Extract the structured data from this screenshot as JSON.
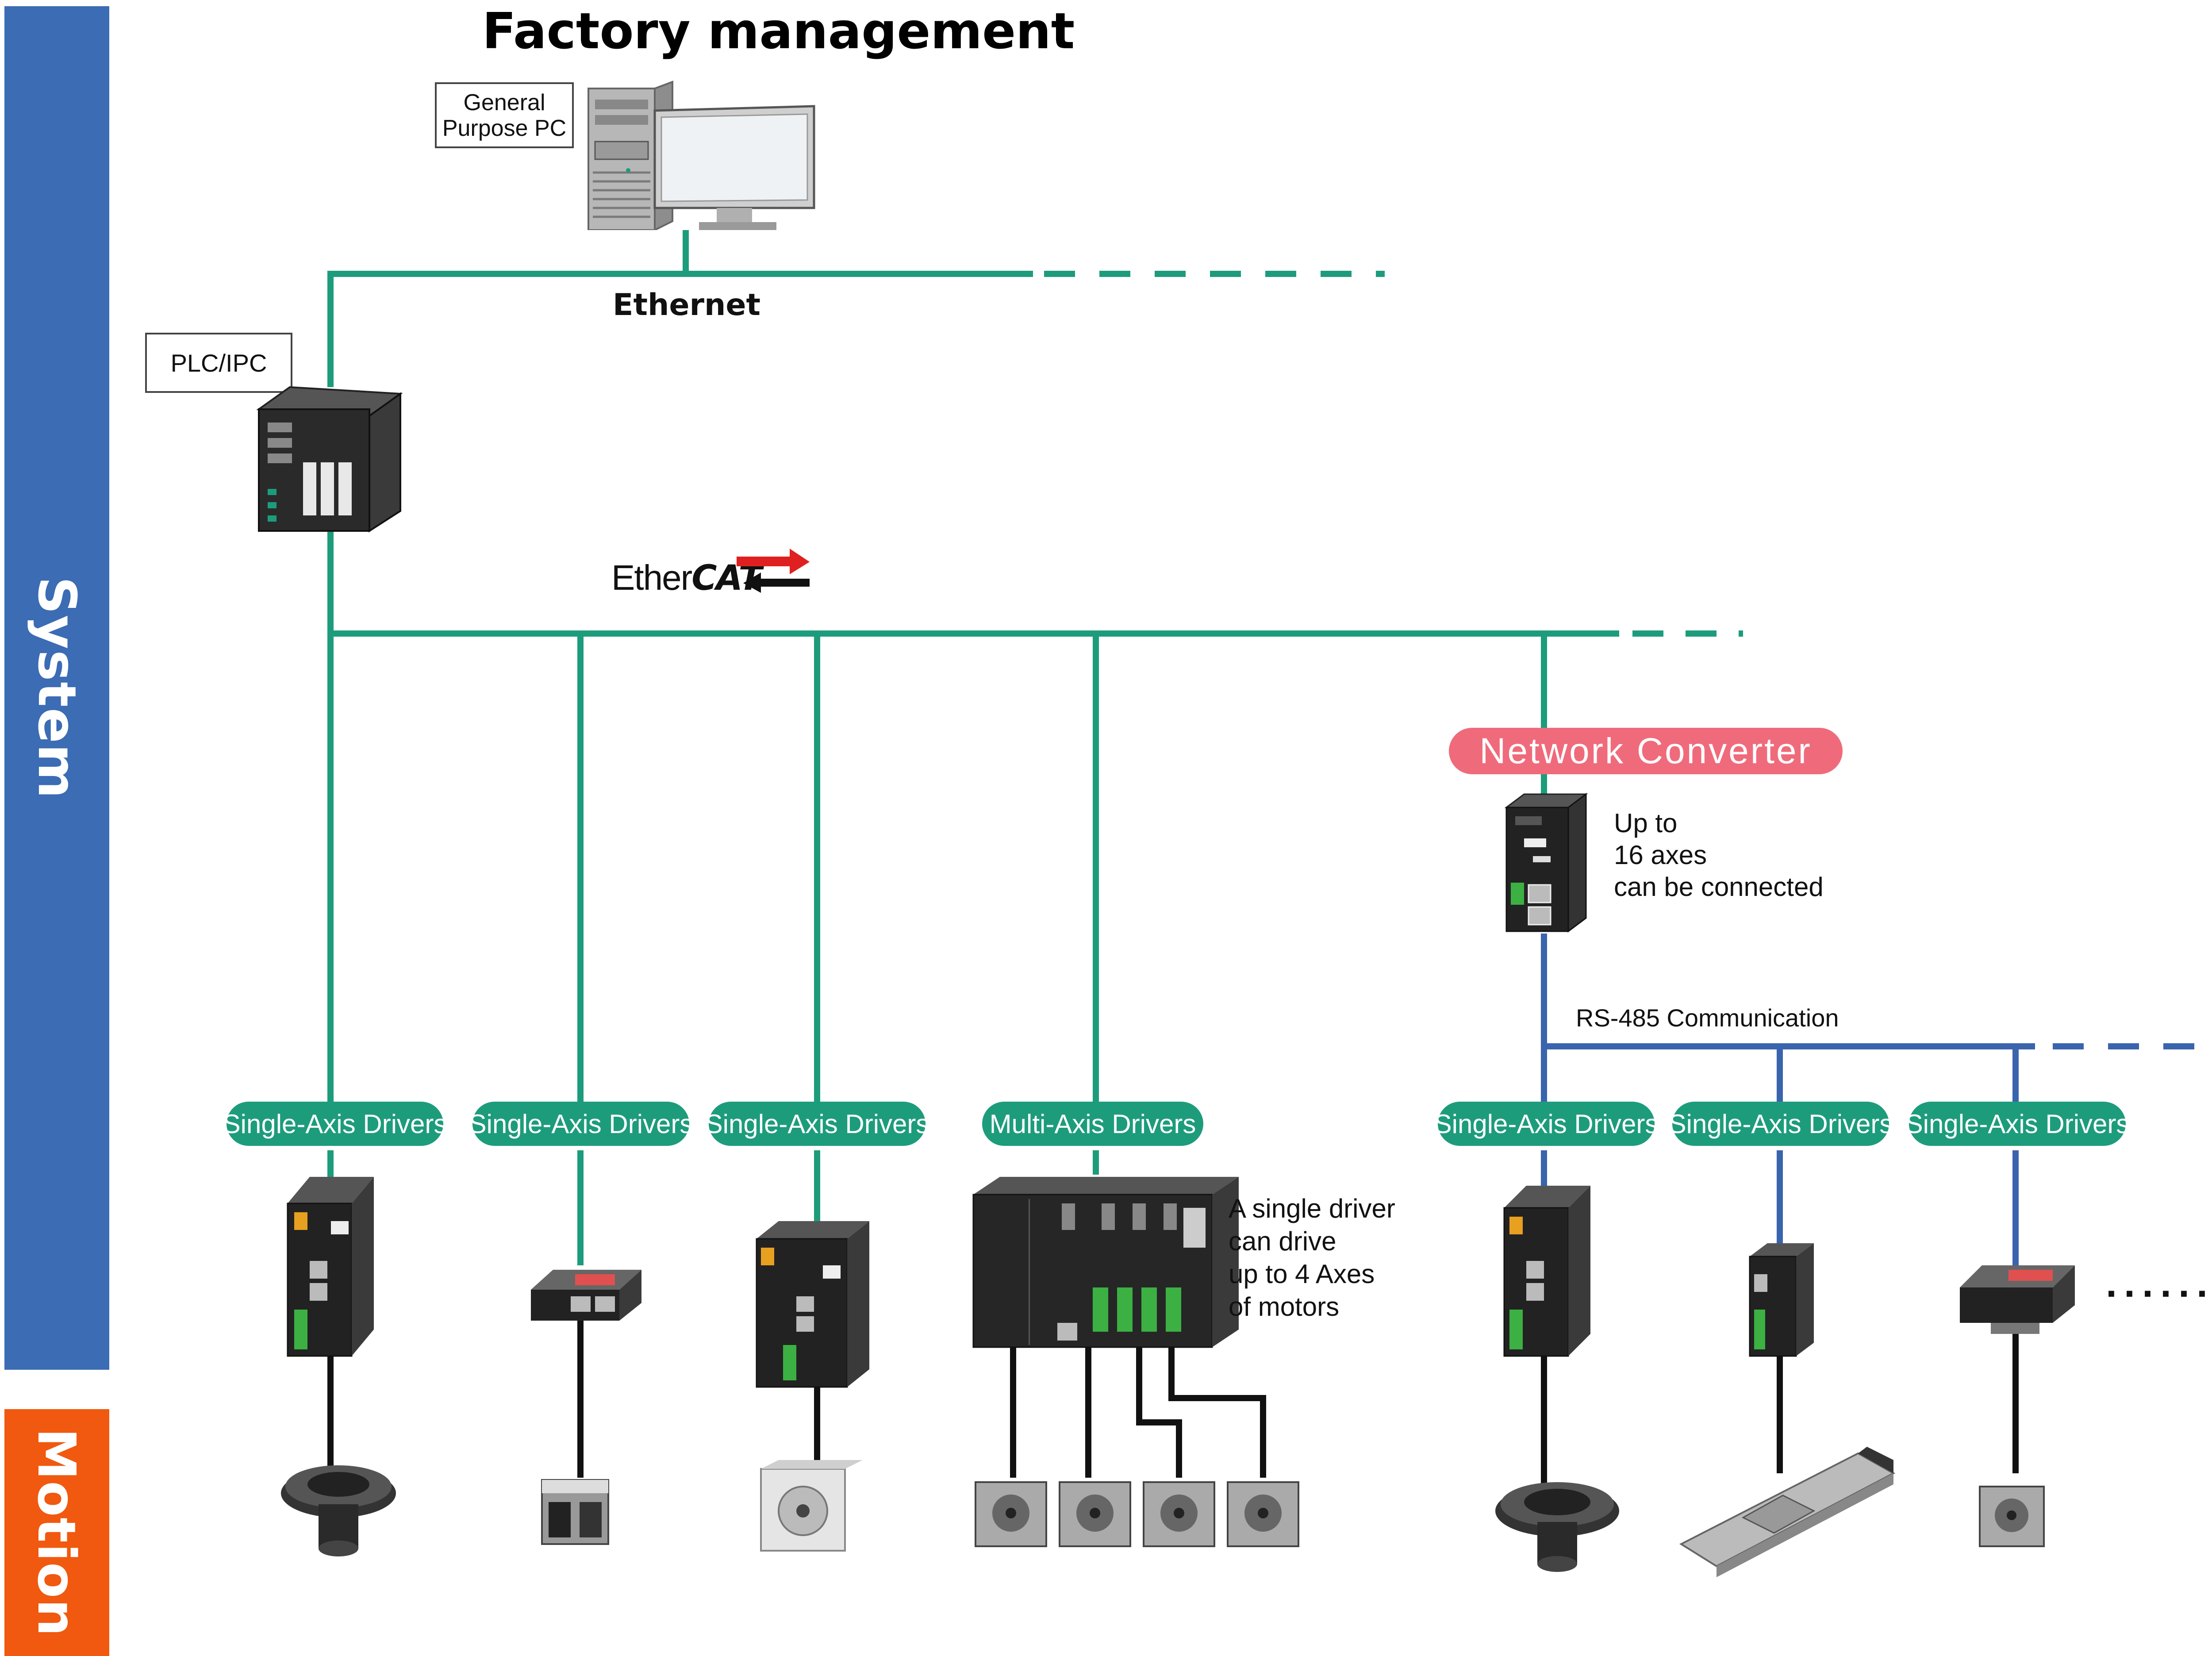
{
  "sidebar": {
    "system_label": "System",
    "motion_label": "Motion",
    "system_color": "#3b6cb4",
    "motion_color": "#f0590f"
  },
  "header": {
    "title": "Factory management"
  },
  "devices": {
    "pc_label": "General Purpose PC",
    "pc_label_line1": "General",
    "pc_label_line2": "Purpose PC",
    "plc_label": "PLC/IPC"
  },
  "networks": {
    "ethernet_label": "Ethernet",
    "ethercat_prefix": "Ether",
    "ethercat_suffix": "CAT",
    "rs485_label": "RS-485 Communication",
    "ethernet_color": "#1d9c7c",
    "rs485_color": "#3a64ad"
  },
  "converter": {
    "label": "Network Converter",
    "note": "Up to\n16 axes\ncan be connected"
  },
  "drivers": [
    {
      "label": "Single-Axis Drivers",
      "motor": "rotary-actuator"
    },
    {
      "label": "Single-Axis Drivers",
      "motor": "compact-stepper"
    },
    {
      "label": "Single-Axis Drivers",
      "motor": "servo-motor"
    },
    {
      "label": "Multi-Axis Drivers",
      "motor": "stepper-motor-x4"
    },
    {
      "label": "Single-Axis Drivers",
      "motor": "rotary-actuator"
    },
    {
      "label": "Single-Axis Drivers",
      "motor": "linear-actuator"
    },
    {
      "label": "Single-Axis Drivers",
      "motor": "stepper-motor"
    }
  ],
  "multi_axis_note": "A single driver\ncan drive\nup to 4 Axes\nof motors",
  "continuation": "......"
}
